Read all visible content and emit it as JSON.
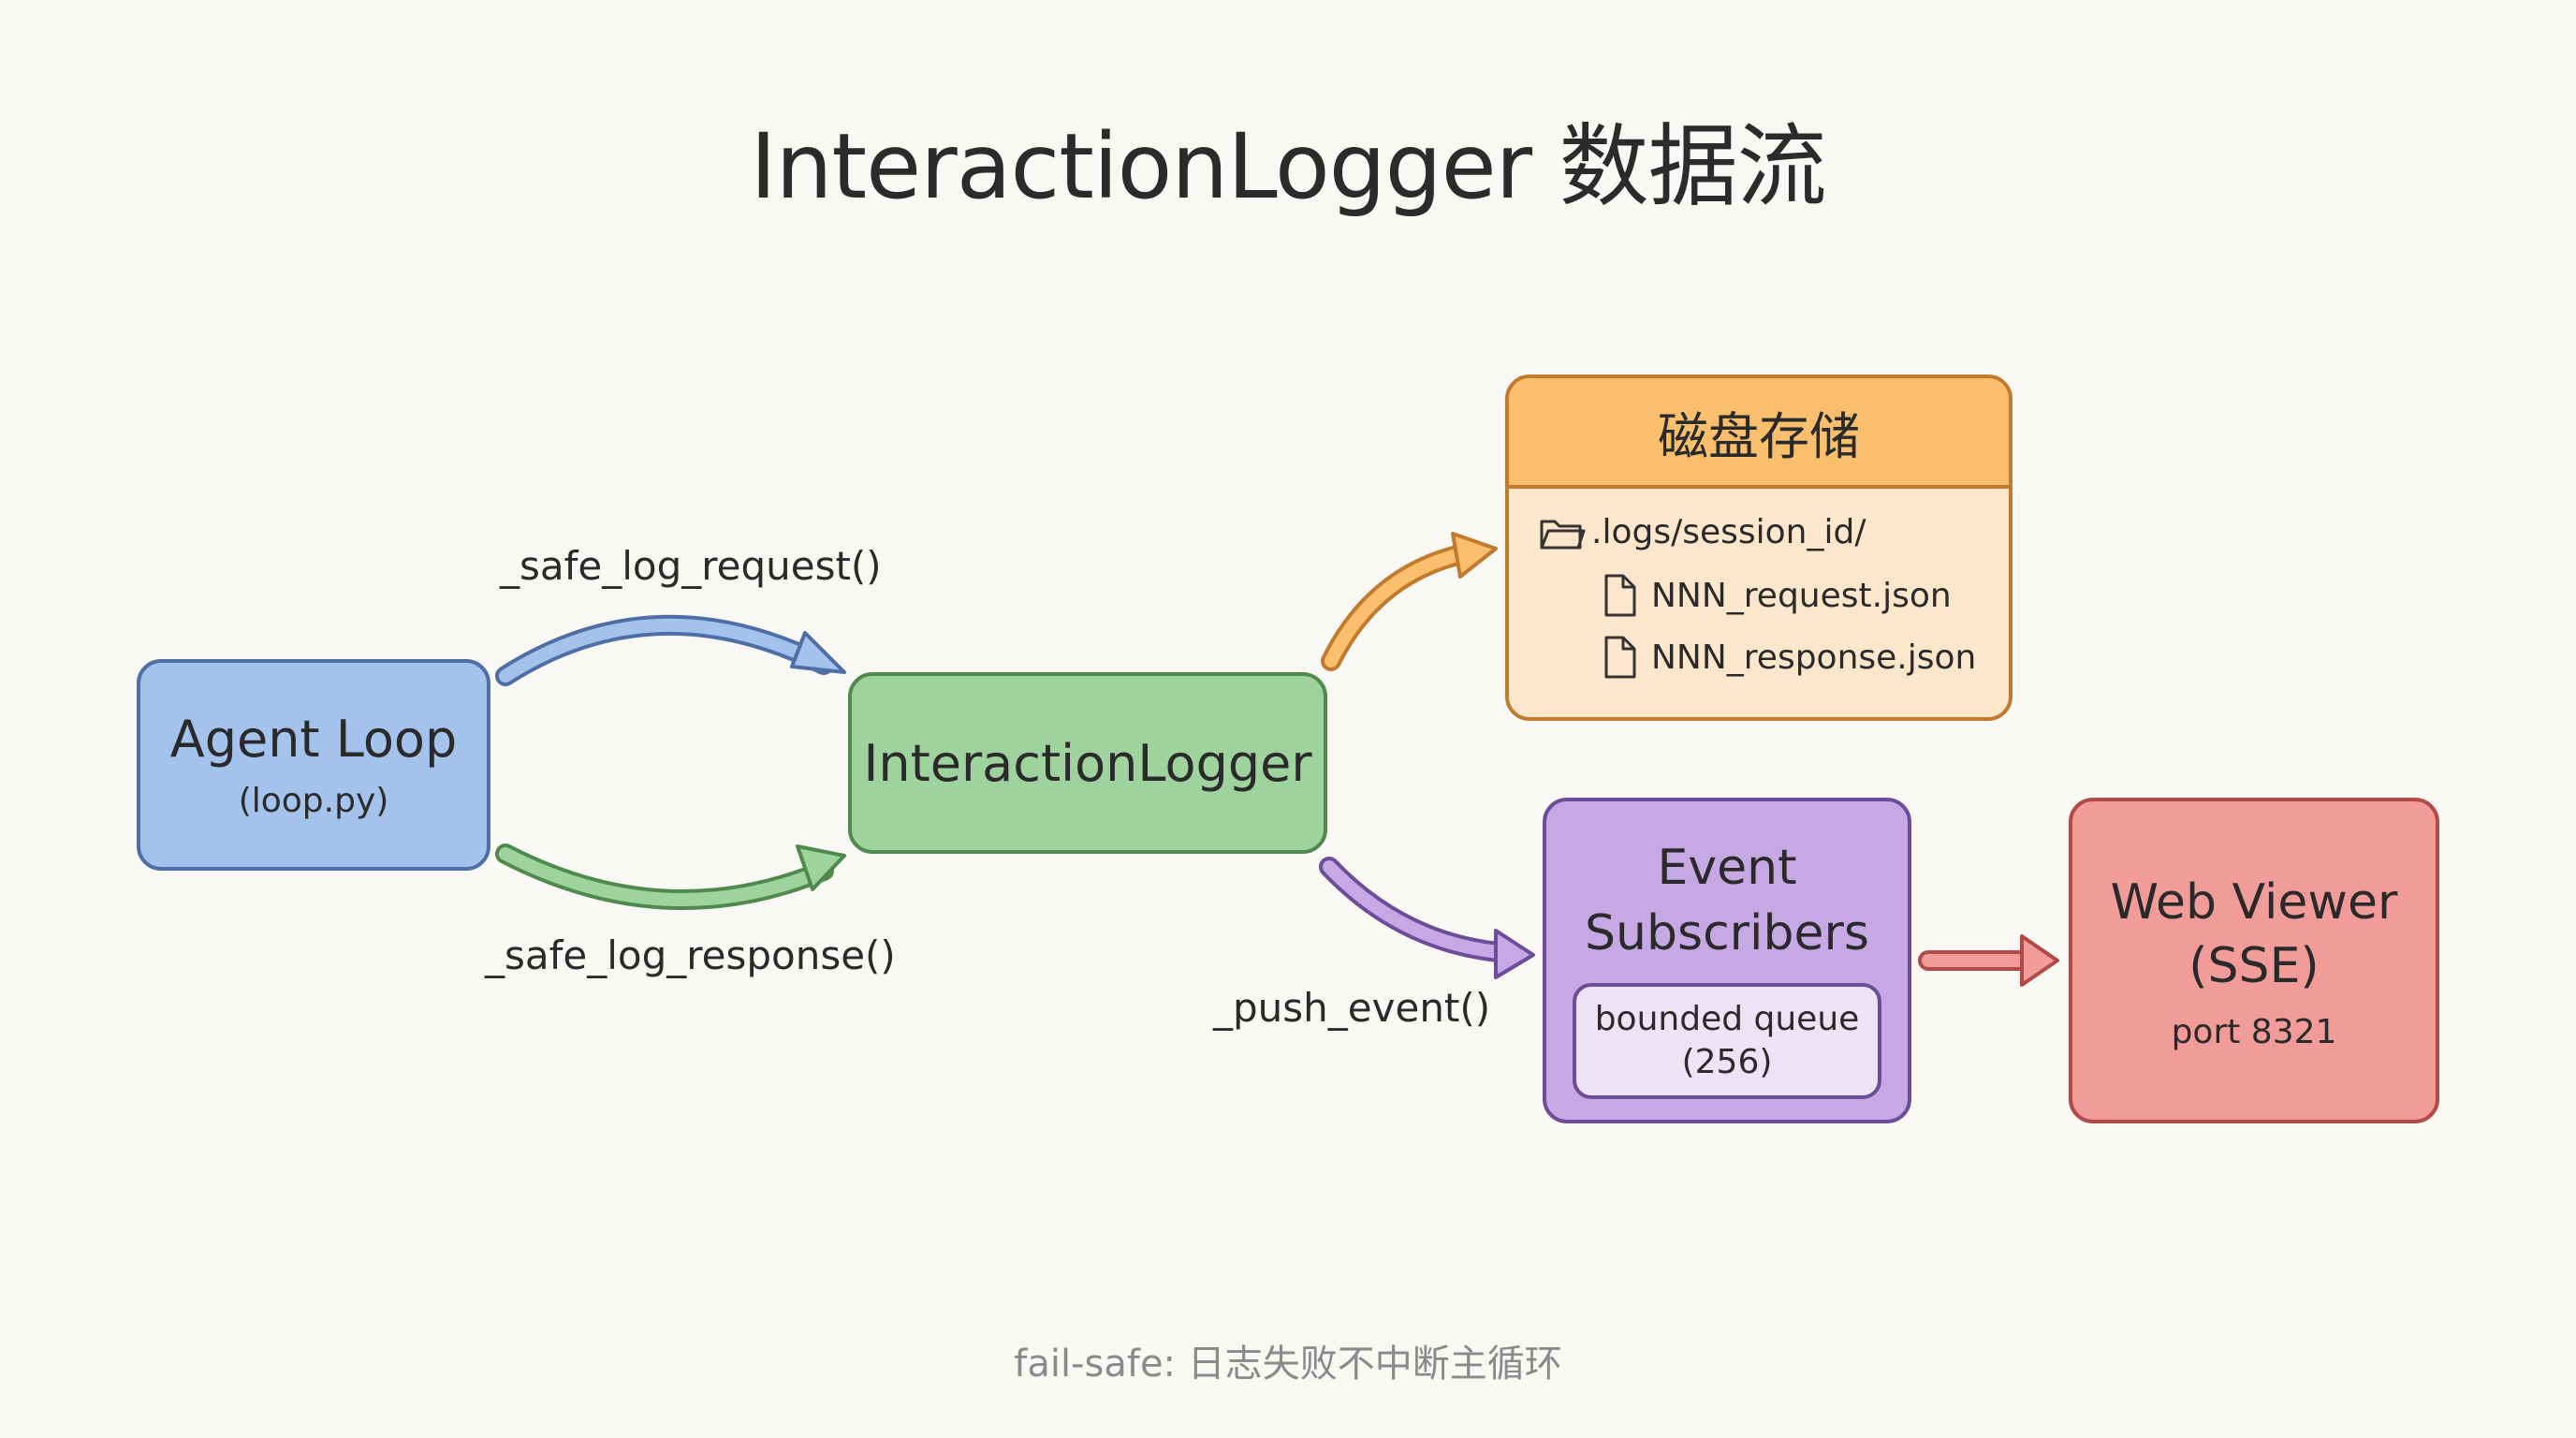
{
  "title": "InteractionLogger 数据流",
  "agent_loop": {
    "name": "Agent Loop",
    "file": "(loop.py)"
  },
  "logger": {
    "name": "InteractionLogger"
  },
  "disk": {
    "header": "磁盘存储",
    "folder": ".logs/session_id/",
    "files": [
      "NNN_request.json",
      "NNN_response.json"
    ]
  },
  "event_subscribers": {
    "name_line1": "Event",
    "name_line2": "Subscribers",
    "queue_line1": "bounded queue",
    "queue_line2": "(256)"
  },
  "web_viewer": {
    "name_line1": "Web Viewer",
    "name_line2": "(SSE)",
    "port": "port 8321"
  },
  "arrows": {
    "request": "_safe_log_request()",
    "response": "_safe_log_response()",
    "push": "_push_event()"
  },
  "footer": "fail-safe: 日志失败不中断主循环",
  "colors": {
    "blue": "#a3c2ec",
    "green": "#9fd39e",
    "orange": "#f9bf6c",
    "purple": "#c6a9e4",
    "red": "#f19c99"
  }
}
